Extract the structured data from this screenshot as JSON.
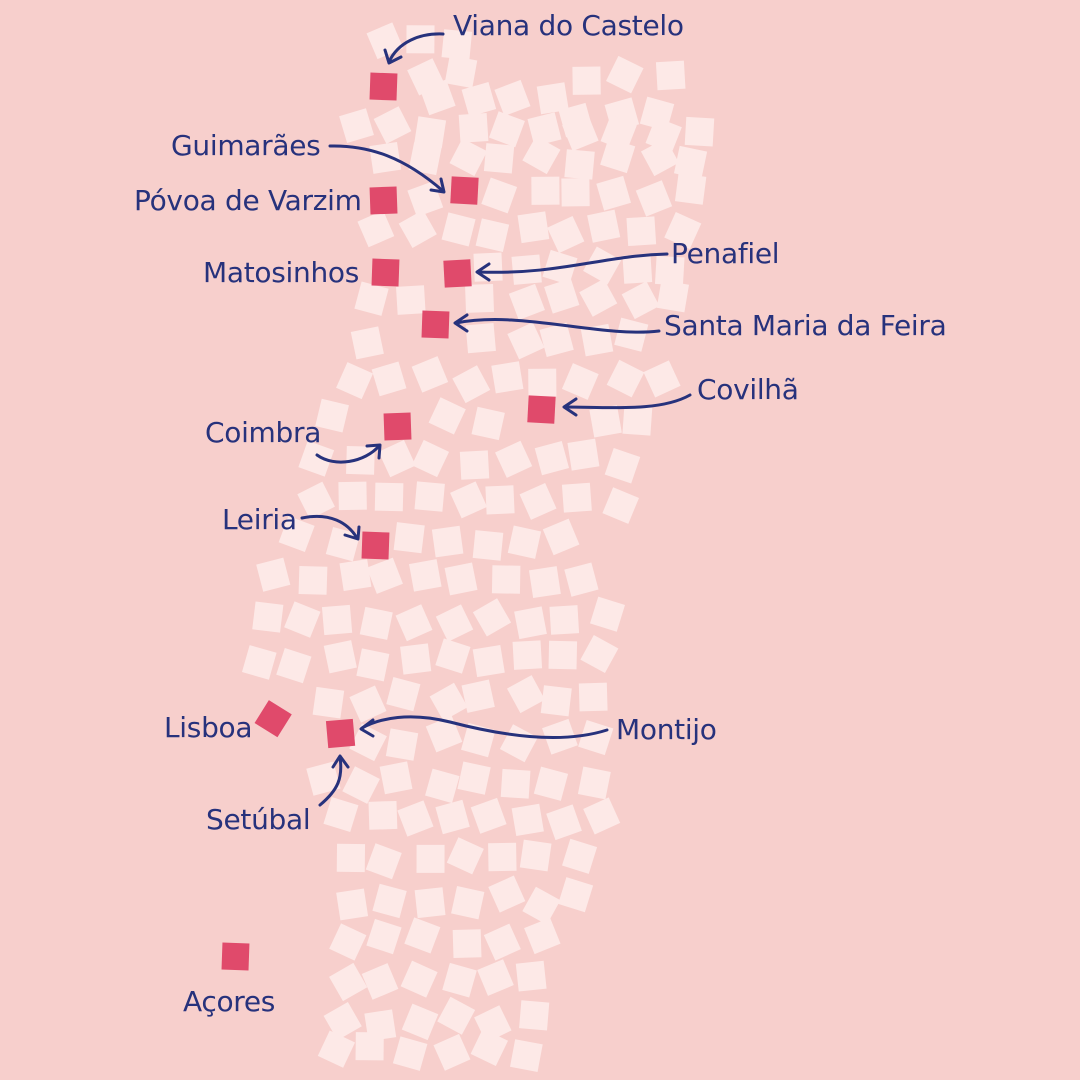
{
  "colors": {
    "background": "#f7cfcc",
    "tile": "#fde9e7",
    "marker": "#e04a6b",
    "label": "#27327c"
  },
  "cities": {
    "viana_do_castelo": "Viana do Castelo",
    "guimaraes": "Guimarães",
    "povoa_de_varzim": "Póvoa de Varzim",
    "matosinhos": "Matosinhos",
    "penafiel": "Penafiel",
    "santa_maria_da_feira": "Santa Maria da Feira",
    "covilha": "Covilhã",
    "coimbra": "Coimbra",
    "leiria": "Leiria",
    "lisboa": "Lisboa",
    "montijo": "Montijo",
    "setubal": "Setúbal",
    "acores": "Açores"
  }
}
